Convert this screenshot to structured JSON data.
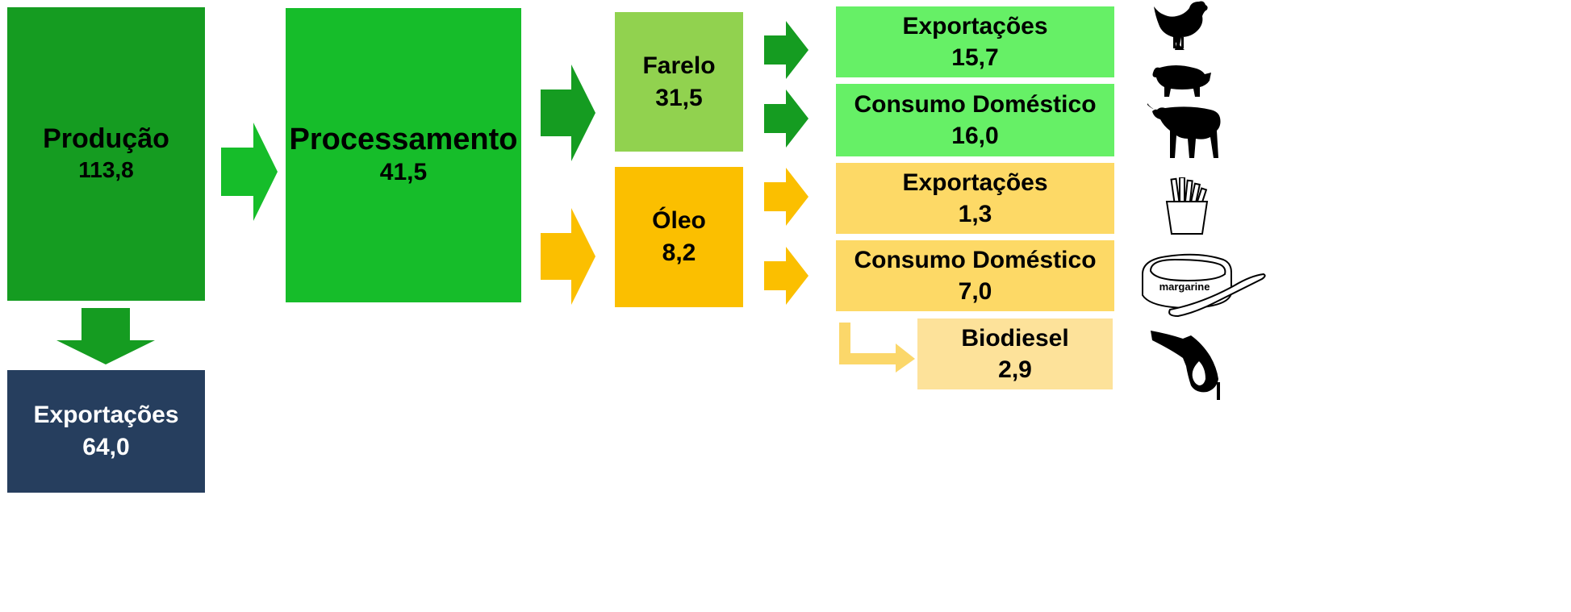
{
  "colors": {
    "dark_green": "#159c21",
    "green": "#16bd2a",
    "light_green": "#91d24f",
    "bright_green": "#66f066",
    "orange": "#fbbf00",
    "light_orange": "#fdd966",
    "pale_orange": "#fde29a",
    "navy": "#263e5e"
  },
  "nodes": {
    "producao": {
      "label": "Produção",
      "value": "113,8"
    },
    "exportacoes_graos": {
      "label": "Exportações",
      "value": "64,0"
    },
    "processamento": {
      "label": "Processamento",
      "value": "41,5"
    },
    "farelo": {
      "label": "Farelo",
      "value": "31,5"
    },
    "oleo": {
      "label": "Óleo",
      "value": "8,2"
    },
    "farelo_exportacoes": {
      "label": "Exportações",
      "value": "15,7"
    },
    "farelo_consumo": {
      "label": "Consumo Doméstico",
      "value": "16,0"
    },
    "oleo_exportacoes": {
      "label": "Exportações",
      "value": "1,3"
    },
    "oleo_consumo": {
      "label": "Consumo Doméstico",
      "value": "7,0"
    },
    "biodiesel": {
      "label": "Biodiesel",
      "value": "2,9"
    }
  },
  "icons": {
    "chicken": "chicken-icon",
    "pig": "pig-icon",
    "cow": "cow-icon",
    "fries": "fries-icon",
    "margarine": "margarine-icon",
    "margarine_text": "margarine",
    "fuel_nozzle": "fuel-nozzle-icon"
  }
}
